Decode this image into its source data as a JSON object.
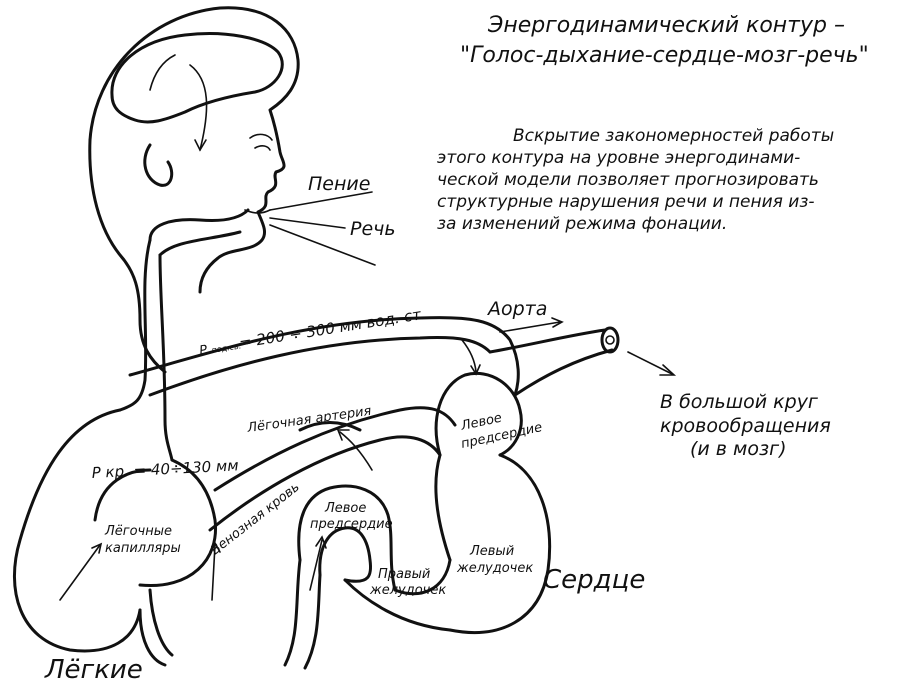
{
  "title": {
    "line1": "Энергодинамический контур –",
    "line2": "\"Голос-дыхание-сердце-мозг-речь\""
  },
  "description": [
    "Вскрытие закономерностей работы",
    "этого контура на уровне энергодинами-",
    "ческой модели позволяет прогнозировать",
    "структурные нарушения речи и пения из-",
    "за изменений режима фонации."
  ],
  "labels": {
    "singing": "Пение",
    "speech": "Речь",
    "subglottic_pressure_symbol": "P",
    "subglottic_pressure_subscript": "под.св.",
    "subglottic_pressure_value": "= 200 ÷ 300 мм  вод. ст.",
    "aorta": "Аорта",
    "big_circle_1": "В большой круг",
    "big_circle_2": "кровообращения",
    "big_circle_3": "(и в мозг)",
    "pulmonary_artery": "Лёгочная артерия",
    "pulmonary_pressure": "P кр. = 40÷130 мм",
    "left_atrium_top_1": "Левое",
    "left_atrium_top_2": "предсердие",
    "left_atrium_mid_1": "Левое",
    "left_atrium_mid_2": "предсердие",
    "lung_capillaries_1": "Лёгочные",
    "lung_capillaries_2": "капилляры",
    "venous_blood": "Венозная кровь",
    "right_ventricle_1": "Правый",
    "right_ventricle_2": "желудочек",
    "left_ventricle_1": "Левый",
    "left_ventricle_2": "желудочек",
    "heart": "Сердце",
    "lungs": "Лёгкие"
  },
  "icons": [
    "head-outline",
    "brain-outline",
    "trachea",
    "lungs-outline",
    "heart-outline",
    "aorta-tube",
    "flow-arrow"
  ]
}
